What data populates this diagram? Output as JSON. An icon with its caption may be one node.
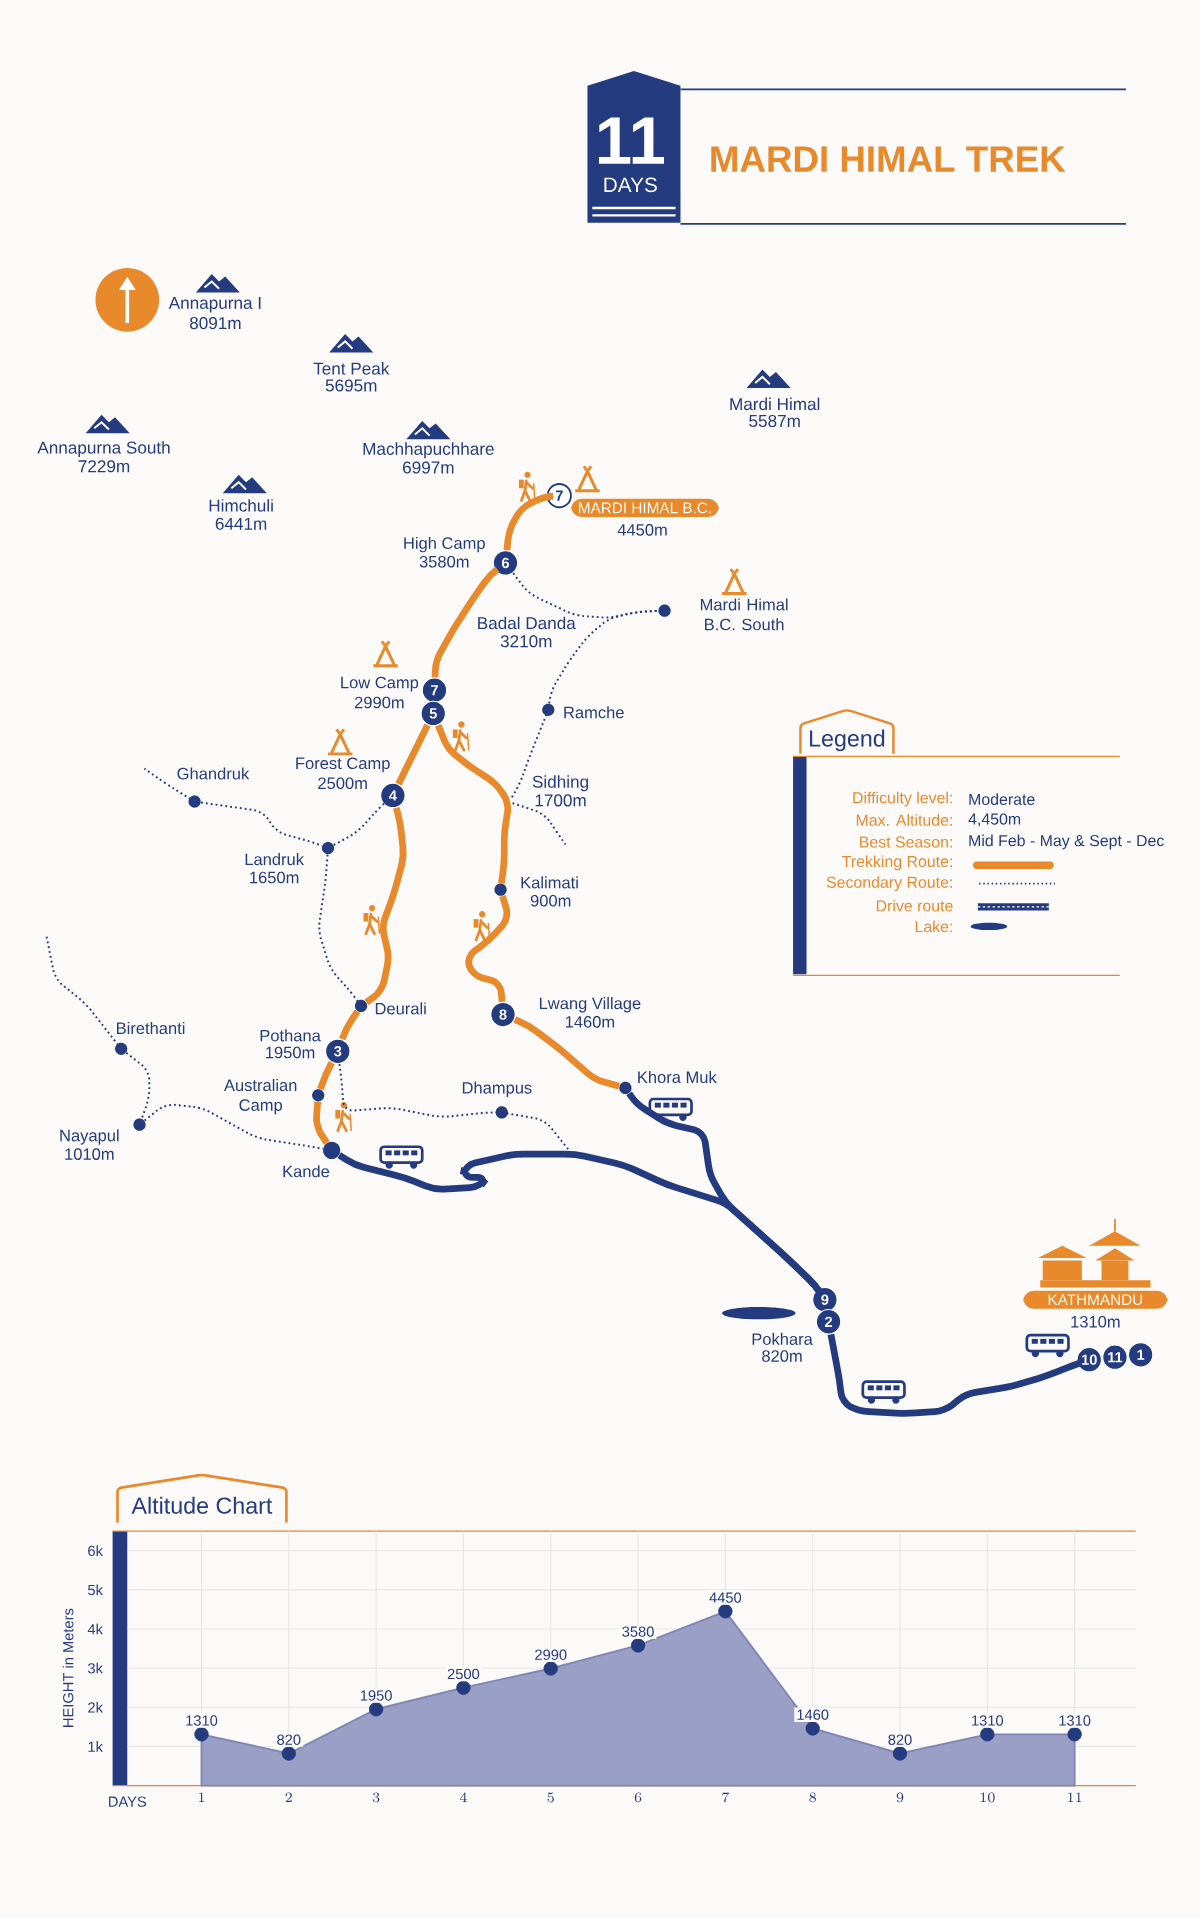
{
  "diagram": {
    "title": "MARDI HIMAL TREK",
    "nodes": [
      {
        "text": [],
        "shape": "circle",
        "beside": [
          "Kande"
        ]
      },
      {
        "text": [],
        "shape": "circle",
        "beside": [
          "Australian Camp"
        ]
      },
      {
        "text": [
          "3"
        ],
        "beside": [
          "Pothana",
          "1950m"
        ]
      },
      {
        "text": [],
        "shape": "circle",
        "beside": [
          "Deurali"
        ]
      },
      {
        "text": [
          "4"
        ],
        "beside": [
          "Forest Camp",
          "2500m"
        ]
      },
      {
        "text": [
          "7"
        ],
        "beside": [
          "Low Camp",
          "2990m"
        ]
      },
      {
        "text": [
          "5"
        ]
      },
      {
        "text": [
          "6"
        ],
        "beside": [
          "High Camp",
          "3580m"
        ]
      },
      {
        "text": [
          "7"
        ]
      },
      {
        "text": [
          "MARDI HIMAL B.C."
        ],
        "beside": [
          "4450m"
        ]
      },
      {
        "text": [],
        "shape": "circle",
        "beside": [
          "Kalimati",
          "900m"
        ]
      },
      {
        "text": [
          "8"
        ],
        "beside": [
          "Lwang Village",
          "1460m"
        ]
      },
      {
        "text": [],
        "shape": "circle",
        "beside": [
          "Khora Muk"
        ]
      },
      {
        "text": [
          "9"
        ]
      },
      {
        "text": [
          "2"
        ],
        "beside": [
          "Pokhara",
          "820m"
        ]
      },
      {
        "text": [
          "10"
        ]
      },
      {
        "text": [
          "11"
        ]
      },
      {
        "text": [
          "1"
        ]
      },
      {
        "text": [
          "KATHMANDU"
        ],
        "beside": [
          "1310m"
        ]
      },
      {
        "text": [],
        "shape": "circle",
        "beside": [
          "Ghandruk"
        ]
      },
      {
        "text": [],
        "shape": "circle",
        "beside": [
          "Landruk",
          "1650m"
        ]
      },
      {
        "text": [],
        "shape": "circle",
        "beside": [
          "Birethanti"
        ]
      },
      {
        "text": [],
        "shape": "circle",
        "beside": [
          "Nayapul",
          "1010m"
        ]
      },
      {
        "text": [],
        "shape": "circle",
        "beside": [
          "Dhampus"
        ]
      },
      {
        "text": [],
        "shape": "circle",
        "beside": [
          "Ramche"
        ]
      },
      {
        "text": [],
        "shape": "circle",
        "beside": [
          "Mardi Himal B.C. South"
        ]
      }
    ],
    "edges": [
      {
        "from": 0,
        "to": 1,
        "arrow": "none",
        "color": "#e8892b"
      },
      {
        "from": 1,
        "to": 2,
        "arrow": "none",
        "color": "#e8892b"
      },
      {
        "from": 2,
        "to": 3,
        "arrow": "none",
        "color": "#e8892b"
      },
      {
        "from": 3,
        "to": 4,
        "arrow": "none",
        "color": "#e8892b"
      },
      {
        "from": 4,
        "to": 6,
        "arrow": "none",
        "color": "#e8892b"
      },
      {
        "from": 5,
        "to": 7,
        "arrow": "none",
        "color": "#e8892b"
      },
      {
        "from": 7,
        "to": 8,
        "arrow": "none",
        "color": "#e8892b"
      },
      {
        "from": 6,
        "to": 10,
        "arrow": "none",
        "color": "#e8892b"
      },
      {
        "from": 10,
        "to": 11,
        "arrow": "none",
        "color": "#e8892b"
      },
      {
        "from": 11,
        "to": 12,
        "arrow": "none",
        "color": "#e8892b"
      },
      {
        "from": 0,
        "to": 13,
        "arrow": "none",
        "color": "#253b80"
      },
      {
        "from": 12,
        "to": 13,
        "arrow": "none",
        "color": "#253b80"
      },
      {
        "from": 14,
        "to": 15,
        "arrow": "none",
        "color": "#253b80"
      },
      {
        "from": 19,
        "to": 20,
        "arrow": "none",
        "style": "dashed",
        "color": "#253b80"
      },
      {
        "from": 20,
        "to": 4,
        "arrow": "none",
        "style": "dashed",
        "color": "#253b80"
      },
      {
        "from": 20,
        "to": 3,
        "arrow": "none",
        "style": "dashed",
        "color": "#253b80"
      },
      {
        "from": 21,
        "to": 22,
        "arrow": "none",
        "style": "dashed",
        "color": "#253b80"
      },
      {
        "from": 22,
        "to": 0,
        "arrow": "none",
        "style": "dashed",
        "color": "#253b80"
      },
      {
        "from": 2,
        "to": 23,
        "arrow": "none",
        "style": "dashed",
        "color": "#253b80"
      },
      {
        "from": 7,
        "to": 25,
        "arrow": "none",
        "style": "dashed",
        "color": "#253b80"
      },
      {
        "from": 24,
        "to": 25,
        "arrow": "none",
        "style": "dashed",
        "color": "#253b80"
      }
    ],
    "labels": [
      "11",
      "DAYS",
      "Annapurna I",
      "8091m",
      "Tent Peak",
      "5695m",
      "Mardi Himal",
      "5587m",
      "Annapurna South",
      "7229m",
      "Machhapuchhare",
      "6997m",
      "Himchuli",
      "6441m",
      "Badal Danda",
      "3210m",
      "Sidhing",
      "1700m",
      "Legend",
      "Difficulty level:",
      "Moderate",
      "Max. Altitude:",
      "4,450m",
      "Best Season:",
      "Mid Feb - May & Sept - Dec"
    ],
    "legend": [
      {
        "text": "Trekking Route:"
      },
      {
        "text": "Secondary Route:"
      },
      {
        "text": "Drive route"
      },
      {
        "text": "Lake:"
      }
    ],
    "chart_data": {
      "type": "area",
      "title": "Altitude Chart",
      "xlabel": "DAYS",
      "ylabel": "HEIGHT in Meters",
      "x": [
        1,
        2,
        3,
        4,
        5,
        6,
        7,
        8,
        9,
        10,
        11
      ],
      "values": [
        1310,
        820,
        1950,
        2500,
        2990,
        3580,
        4450,
        1460,
        820,
        1310,
        1310
      ],
      "xlim": [
        0.15,
        11.7
      ],
      "ylim": [
        0,
        6500
      ],
      "xticks": [
        1,
        2,
        3,
        4,
        5,
        6,
        7,
        8,
        9,
        10,
        11
      ],
      "yticks": [
        {
          "value": 1000,
          "label": "1k"
        },
        {
          "value": 2000,
          "label": "2k"
        },
        {
          "value": 3000,
          "label": "3k"
        },
        {
          "value": 4000,
          "label": "4k"
        },
        {
          "value": 5000,
          "label": "5k"
        },
        {
          "value": 6000,
          "label": "6k"
        }
      ],
      "grid": true,
      "data_labels": true
    }
  }
}
